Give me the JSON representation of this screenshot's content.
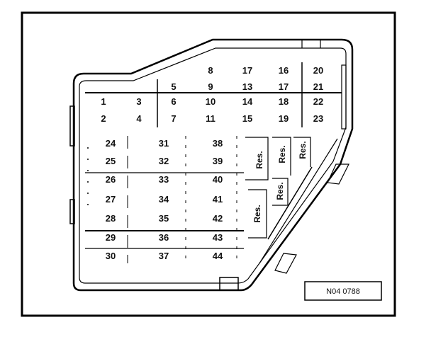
{
  "fuses": {
    "top_rows": [
      [
        "8",
        "17",
        "16",
        "20"
      ],
      [
        "5",
        "9",
        "13",
        "17",
        "21"
      ],
      [
        "1",
        "3",
        "6",
        "10",
        "14",
        "18",
        "22"
      ],
      [
        "2",
        "4",
        "7",
        "11",
        "15",
        "19",
        "23"
      ]
    ],
    "left_columns": [
      [
        "24",
        "25",
        "26",
        "27",
        "28",
        "29",
        "30"
      ],
      [
        "31",
        "32",
        "33",
        "34",
        "35",
        "36",
        "37"
      ],
      [
        "38",
        "39",
        "40",
        "41",
        "42",
        "43",
        "44"
      ]
    ],
    "reserve_labels": [
      "Res.",
      "Res.",
      "Res.",
      "Res.",
      "Res."
    ]
  },
  "tag_label": "N04 0788"
}
